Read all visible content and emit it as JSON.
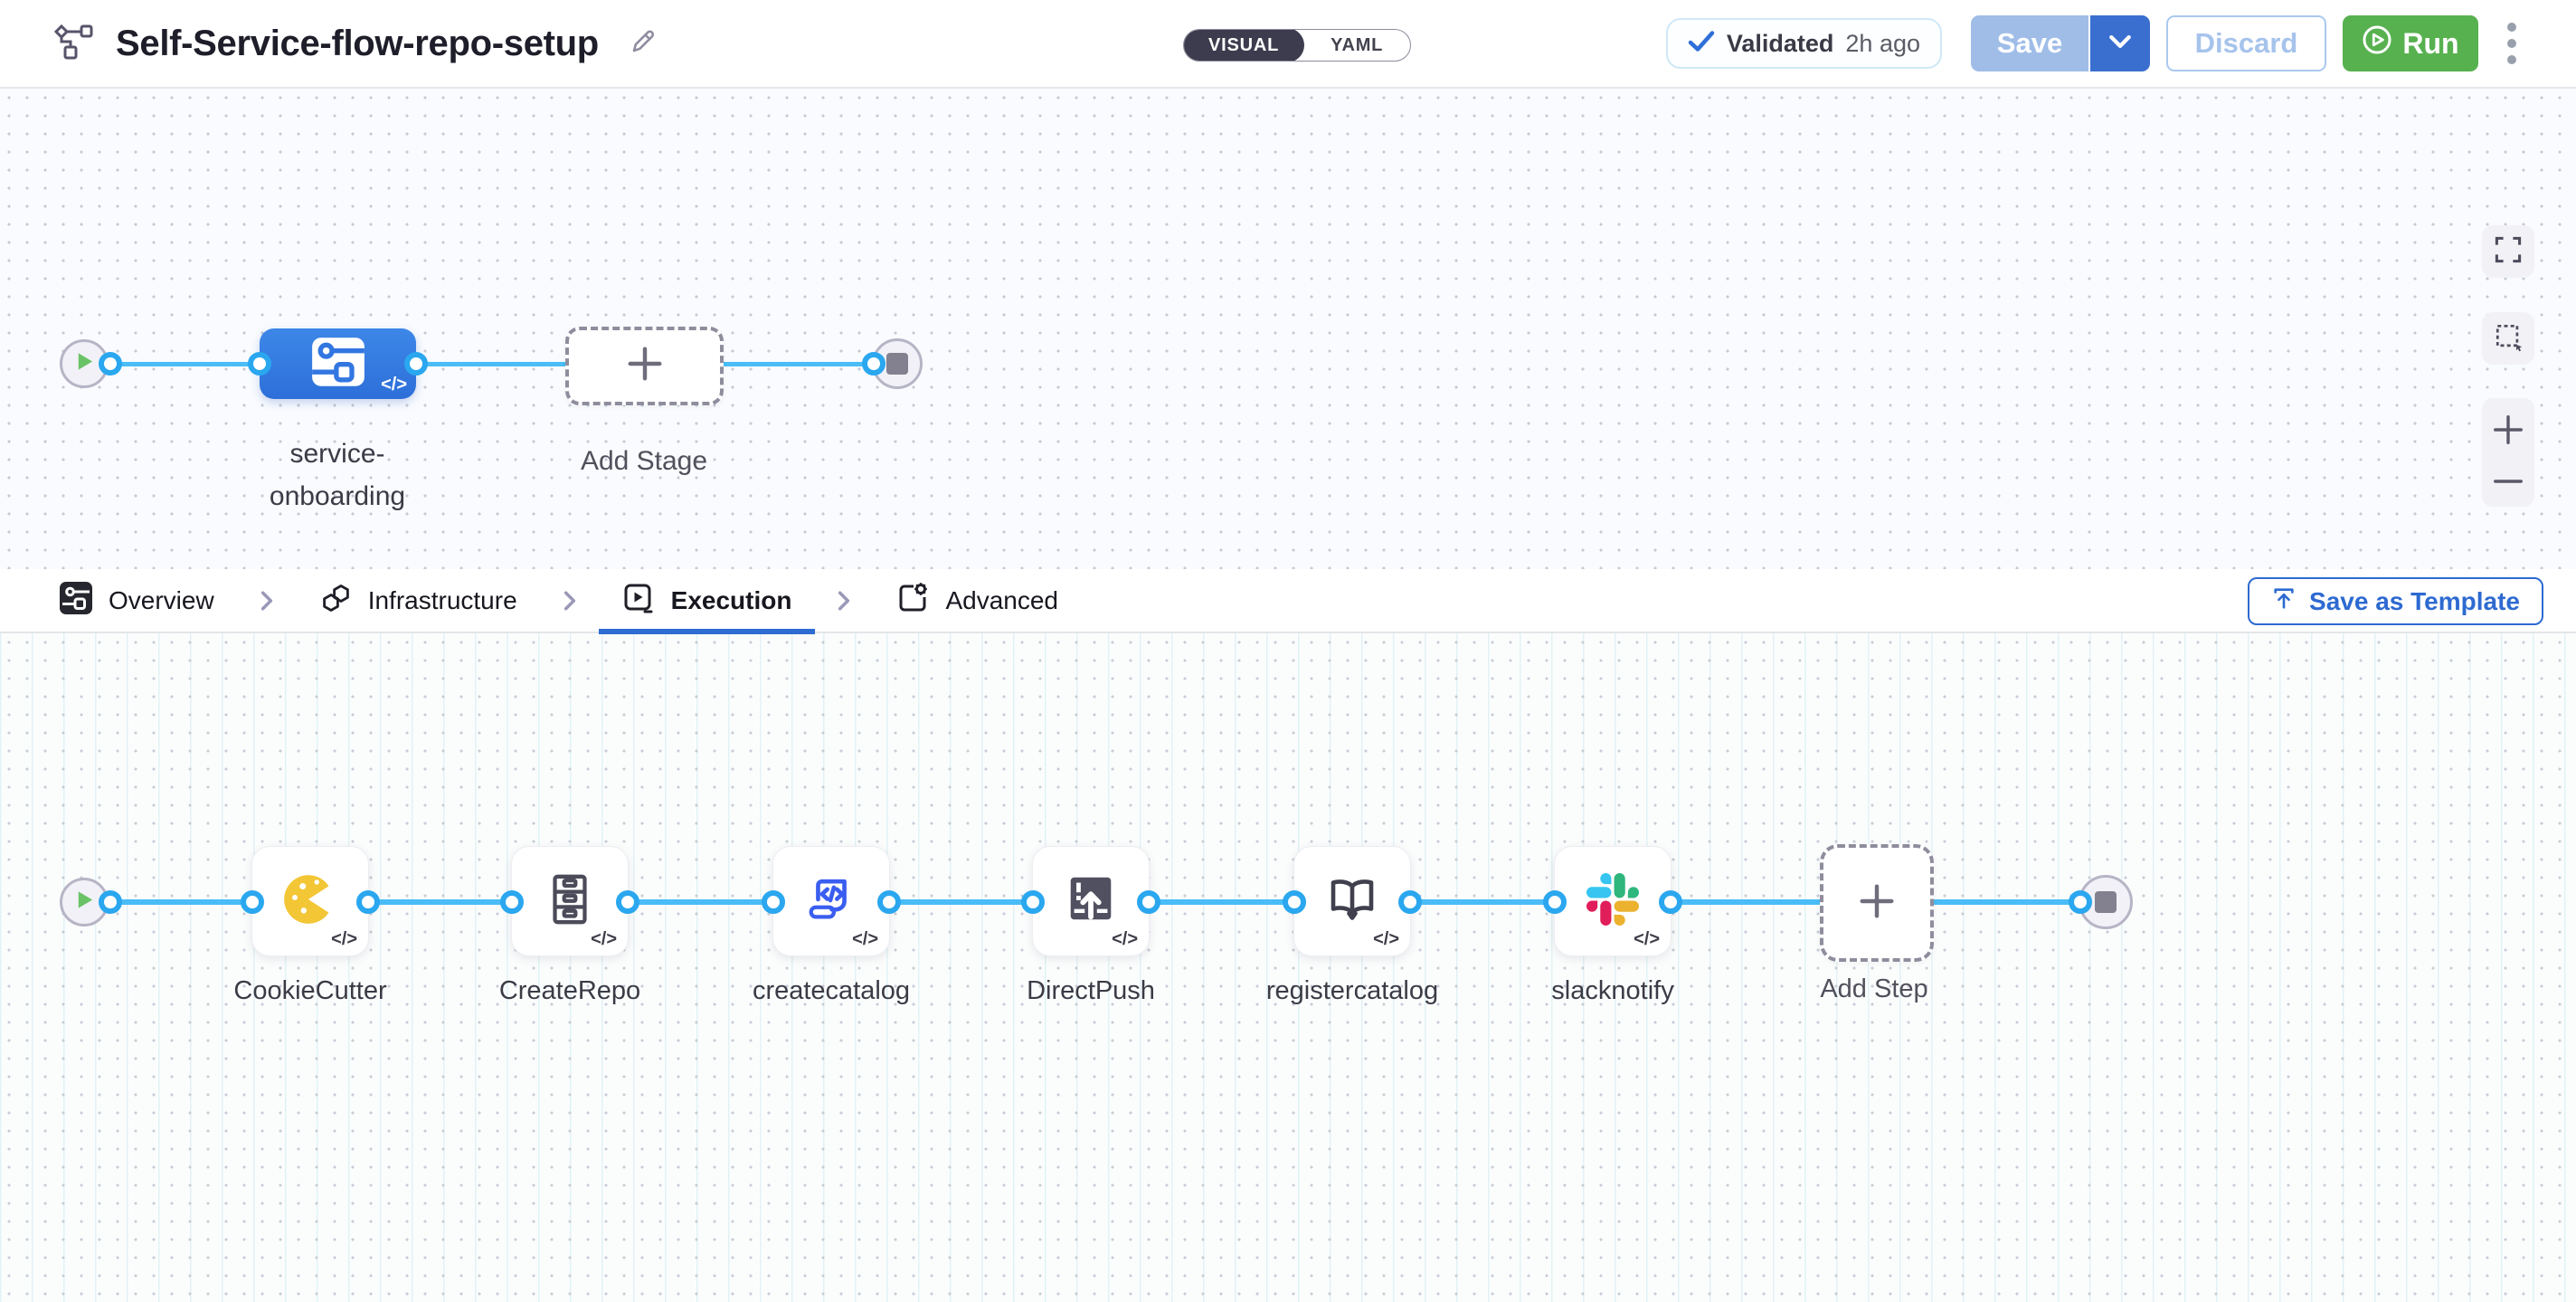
{
  "header": {
    "title": "Self-Service-flow-repo-setup",
    "toggle": {
      "visual_label": "VISUAL",
      "yaml_label": "YAML",
      "selected": "VISUAL"
    },
    "validated": {
      "label": "Validated",
      "time_ago": "2h ago"
    },
    "save_label": "Save",
    "discard_label": "Discard",
    "run_label": "Run"
  },
  "stage_flow": {
    "stage": {
      "name": "service-onboarding",
      "name_lines": [
        "service-",
        "onboarding"
      ],
      "code_badge": "</>"
    },
    "add_stage_label": "Add Stage"
  },
  "tabs": {
    "overview": "Overview",
    "infrastructure": "Infrastructure",
    "execution": "Execution",
    "advanced": "Advanced",
    "active_tab": "Execution",
    "save_as_template_label": "Save as Template"
  },
  "execution_flow": {
    "steps": [
      {
        "name": "CookieCutter",
        "icon": "cookiecutter-icon"
      },
      {
        "name": "CreateRepo",
        "icon": "drawer-cabinet-icon"
      },
      {
        "name": "createcatalog",
        "icon": "code-laptop-icon"
      },
      {
        "name": "DirectPush",
        "icon": "push-arrow-icon"
      },
      {
        "name": "registercatalog",
        "icon": "open-book-icon"
      },
      {
        "name": "slacknotify",
        "icon": "slack-icon"
      }
    ],
    "add_step_label": "Add Step",
    "code_badge": "</>"
  },
  "icons": {
    "title_icon": "workflow-icon",
    "edit": "pencil-icon",
    "validated": "check-icon",
    "save_caret": "chevron-down-icon",
    "run": "play-circle-icon",
    "menu": "kebab-menu-icon",
    "zoom": [
      "fullscreen-icon",
      "marquee-select-icon",
      "zoom-in-icon",
      "zoom-out-icon"
    ],
    "save_as_template": "upload-icon"
  },
  "colors": {
    "accent_blue": "#2e6bd2",
    "connector_blue": "#4abcf6",
    "stage_node_blue": "#3277e1",
    "run_green": "#57b14f",
    "save_disabled_blue": "#9fbde7",
    "save_caret_blue": "#3a6fd0",
    "slack": [
      "#36C5F0",
      "#2EB67D",
      "#ECB22E",
      "#E01E5A"
    ]
  }
}
